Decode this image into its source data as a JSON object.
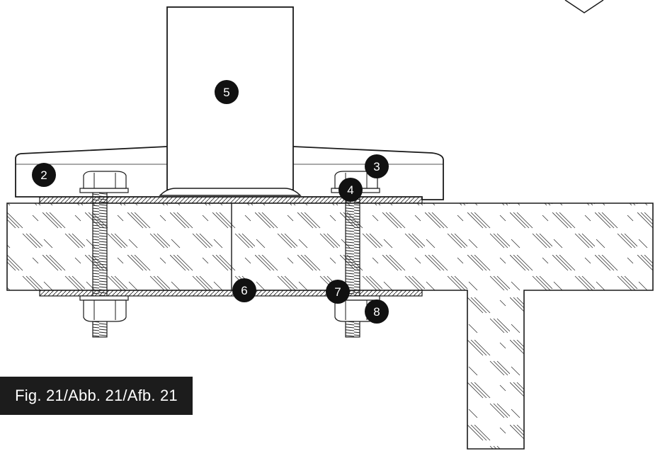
{
  "figure": {
    "caption": "Fig. 21/Abb. 21/Afb. 21"
  },
  "callouts": [
    {
      "id": "2",
      "label": "2"
    },
    {
      "id": "3",
      "label": "3"
    },
    {
      "id": "4",
      "label": "4"
    },
    {
      "id": "5",
      "label": "5"
    },
    {
      "id": "6",
      "label": "6"
    },
    {
      "id": "7",
      "label": "7"
    },
    {
      "id": "8",
      "label": "8"
    }
  ],
  "colors": {
    "line": "#1a1a1a",
    "callout_fill": "#111111",
    "caption_background": "#1c1c1c",
    "caption_text": "#ffffff"
  }
}
